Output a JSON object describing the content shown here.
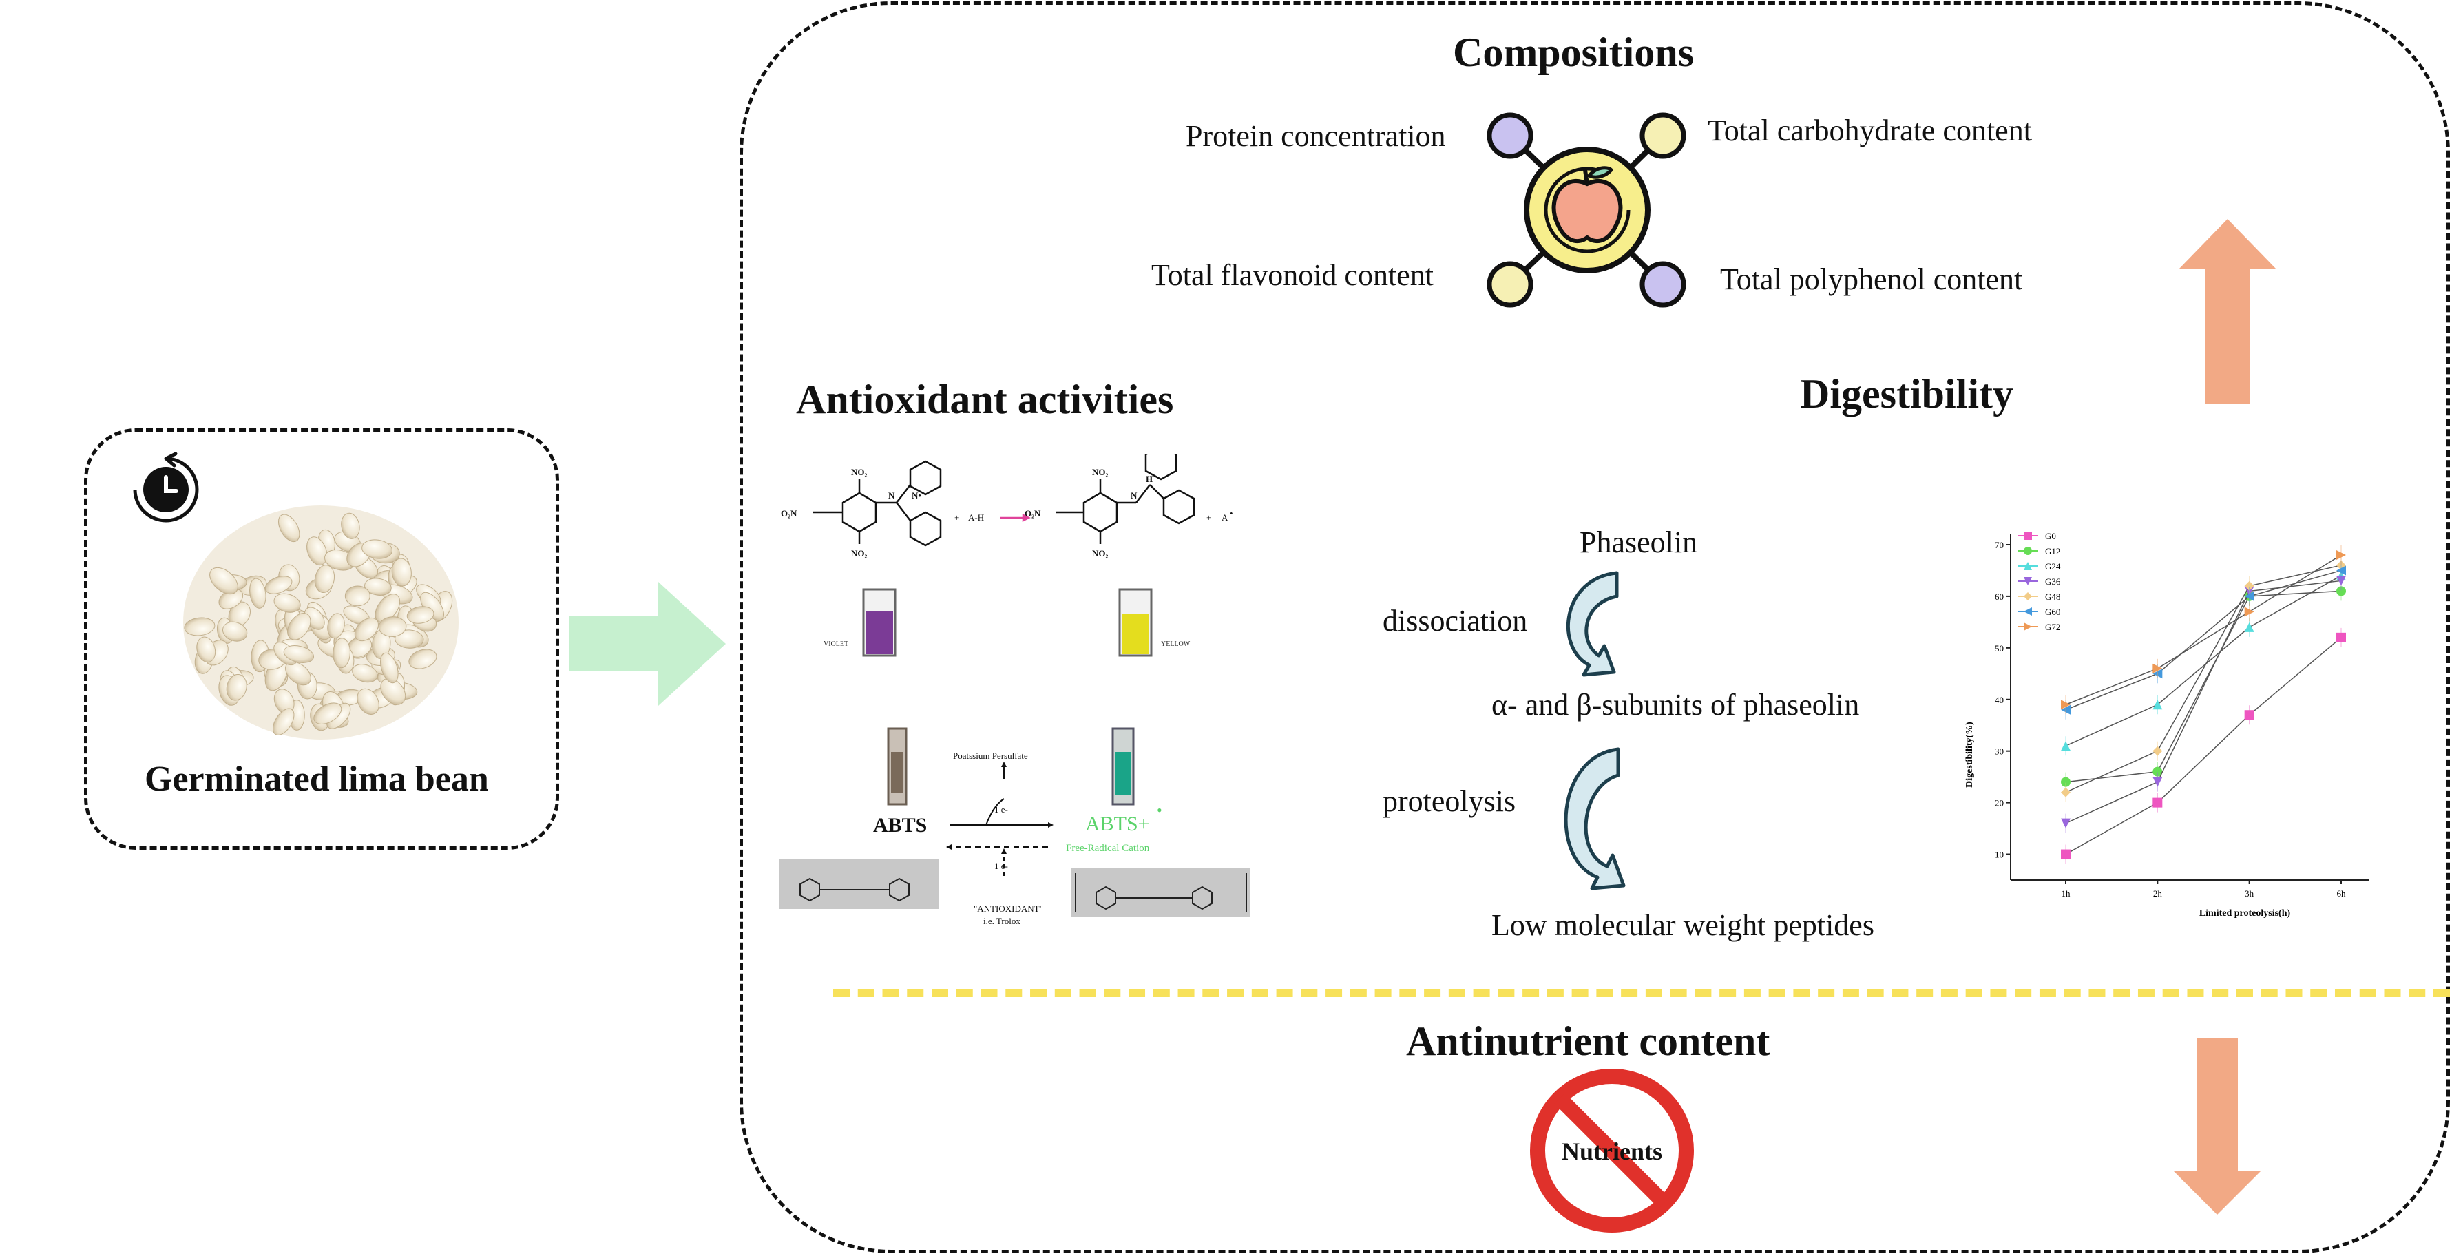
{
  "left_panel": {
    "caption": "Germinated lima bean"
  },
  "compositions": {
    "title": "Compositions",
    "items": {
      "top_left": "Protein concentration",
      "top_right": "Total carbohydrate content",
      "bottom_left": "Total flavonoid content",
      "bottom_right": "Total polyphenol content"
    }
  },
  "antioxidant": {
    "title": "Antioxidant activities",
    "dpph": {
      "reactant_h": "A-H",
      "product_rad": "A",
      "violet": "VIOLET",
      "yellow": "YELLOW"
    },
    "abts": {
      "persulfate": "Poatssium Persulfate",
      "electron": "1 e-",
      "abts": "ABTS",
      "abts_plus": "ABTS+",
      "radical": "Free-Radical Cation",
      "antioxidant": "\"ANTIOXIDANT\"",
      "trolox": "i.e. Trolox"
    }
  },
  "digestibility": {
    "title": "Digestibility",
    "phaseolin": "Phaseolin",
    "dissociation": "dissociation",
    "subunits": "α- and β-subunits of phaseolin",
    "proteolysis": "proteolysis",
    "peptides": "Low molecular weight peptides"
  },
  "antinutrient": {
    "title": "Antinutrient content",
    "badge": "Nutrients"
  },
  "colors": {
    "green_arrow": "#c6f0cf",
    "orange_arrow": "#f2a985",
    "yellow_line": "#f7e15a",
    "node_purple": "#c9c2f0",
    "node_yellow": "#f6f0b4",
    "ban_red": "#e0312b"
  },
  "chart_data": {
    "type": "line",
    "categories": [
      "1h",
      "2h",
      "3h",
      "6h"
    ],
    "xlabel": "Limited proteolysis(h)",
    "ylabel": "Digestibility(%)",
    "ylim": [
      5,
      72
    ],
    "yticks": [
      10,
      20,
      30,
      40,
      50,
      60,
      70
    ],
    "legend": "top-left",
    "series": [
      {
        "name": "G0",
        "values": [
          10,
          20,
          37,
          52
        ],
        "color": "#ee55c0",
        "marker": "square"
      },
      {
        "name": "G12",
        "values": [
          24,
          26,
          60,
          61
        ],
        "color": "#66dd55",
        "marker": "circle"
      },
      {
        "name": "G24",
        "values": [
          31,
          39,
          54,
          64
        ],
        "color": "#55dddd",
        "marker": "triangle-up"
      },
      {
        "name": "G36",
        "values": [
          16,
          24,
          61,
          63
        ],
        "color": "#9966dd",
        "marker": "triangle-down"
      },
      {
        "name": "G48",
        "values": [
          22,
          30,
          62,
          66
        ],
        "color": "#f2cc88",
        "marker": "diamond"
      },
      {
        "name": "G60",
        "values": [
          38,
          45,
          60,
          65
        ],
        "color": "#4499dd",
        "marker": "triangle-left"
      },
      {
        "name": "G72",
        "values": [
          39,
          46,
          57,
          68
        ],
        "color": "#ee9955",
        "marker": "triangle-right"
      }
    ]
  }
}
